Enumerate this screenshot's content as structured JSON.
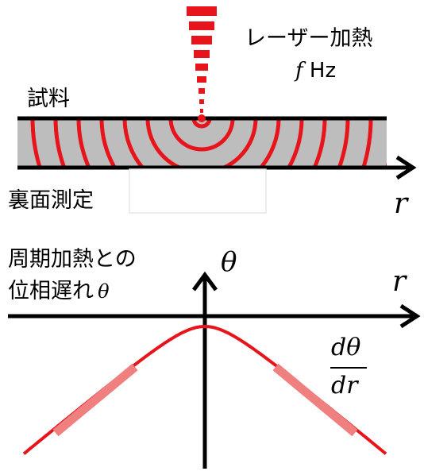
{
  "labels": {
    "laser_heating": "レーザー加熱",
    "frequency_symbol": "f",
    "frequency_unit": "Hz",
    "sample": "試料",
    "back_measurement": "裏面測定",
    "r_top": "r",
    "phase_line1": "周期加熱との",
    "phase_line2": "位相遅れ",
    "phase_symbol": "θ",
    "theta_axis": "θ",
    "r_bottom": "r",
    "deriv_num": "dθ",
    "deriv_den": "dr"
  },
  "colors": {
    "wave_red": "#e8141b",
    "fit_pink": "#f08080",
    "sample_gray": "#bdbdbd",
    "axis_black": "#000000"
  }
}
